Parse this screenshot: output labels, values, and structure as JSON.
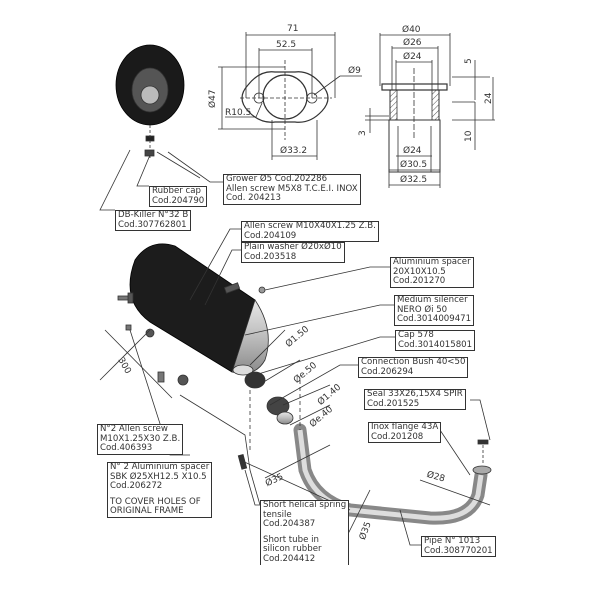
{
  "flange_drawing": {
    "dims": {
      "width_total": "71",
      "hole_spacing": "52.5",
      "hole_dia": "Ø9",
      "height": "Ø47",
      "radius": "R10.5",
      "bore": "Ø33.2"
    }
  },
  "bush_drawing": {
    "dims": {
      "outer_top": "Ø40",
      "d26": "Ø26",
      "d24_top": "Ø24",
      "d24_bottom": "Ø24",
      "d30_5": "Ø30.5",
      "d32_5": "Ø32.5",
      "h5": "5",
      "h24": "24",
      "h3": "3",
      "h10": "10"
    }
  },
  "assembly_dims": {
    "cap_dia": "Ø1.50",
    "bush_outer": "Øe.50",
    "bush_inner": "Ø1.40",
    "pipe_end": "Øe.40",
    "pipe_35_a": "Ø35",
    "pipe_35_b": "Ø35",
    "pipe_28": "Ø28",
    "length": "300"
  },
  "labels": {
    "grower": [
      "Grower Ø5 Cod.202286",
      "Allen screw M5X8 T.C.E.I. INOX",
      "Cod. 204213"
    ],
    "rubber_cap": [
      "Rubber cap",
      "Cod.204790"
    ],
    "db_killer": [
      "DB-Killer N°32 B",
      "Cod.307762801"
    ],
    "allen_screw_m10": [
      "Allen screw M10X40X1.25 Z.B.",
      "Cod.204109"
    ],
    "plain_washer": [
      "Plain washer Ø20xØ10",
      "Cod.203518"
    ],
    "aluminium_spacer": [
      "Aluminium spacer",
      "20X10X10.5",
      "Cod.201270"
    ],
    "medium_silencer": [
      "Medium silencer",
      "NERO Øi 50",
      "Cod.3014009471"
    ],
    "cap": [
      "Cap 578",
      "Cod.3014015801"
    ],
    "connection_bush": [
      "Connection Bush 40<50",
      "Cod.206294"
    ],
    "seal": [
      "Seal 33X26,15X4 SPIR",
      "Cod.201525"
    ],
    "inox_flange": [
      "Inox flange 43A",
      "Cod.201208"
    ],
    "pipe": [
      "Pipe N° 1013",
      "Cod.308770201"
    ],
    "n2_allen_screw": [
      "N°2 Allen screw",
      "M10X1.25X30 Z.B.",
      "Cod.406393"
    ],
    "n2_aluminium_spacer": [
      "N° 2 Aluminium spacer",
      "SBK Ø25XH12.5 X10.5",
      "Cod.206272",
      "",
      "TO COVER HOLES OF",
      "ORIGINAL FRAME"
    ],
    "spring_tube": [
      "Short helical spring",
      "tensile",
      "Cod.204387",
      "",
      "Short tube in",
      "silicon rubber",
      "Cod.204412"
    ]
  }
}
